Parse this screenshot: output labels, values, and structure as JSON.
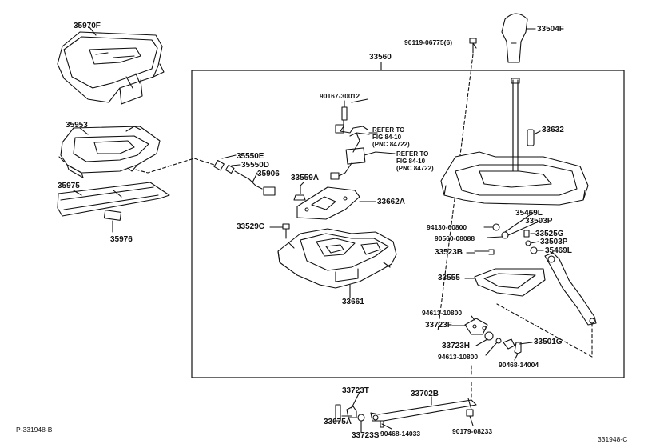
{
  "parts": {
    "p35970F": "35970F",
    "p35953": "35953",
    "p35975": "35975",
    "p35976": "35976",
    "p35550E": "35550E",
    "p35550D": "35550D",
    "p35906": "35906",
    "p33560": "33560",
    "p90167_30012": "90167-30012",
    "p33559A": "33559A",
    "p33662A": "33662A",
    "p33529C": "33529C",
    "p33661": "33661",
    "p90119_06775": "90119-06775(6)",
    "p33504F": "33504F",
    "p33632": "33632",
    "p94130_60800": "94130-60800",
    "p35469L_a": "35469L",
    "p33503P_a": "33503P",
    "p90560_08088": "90560-08088",
    "p33525G": "33525G",
    "p33503P_b": "33503P",
    "p33523B": "33523B",
    "p35469L_b": "35469L",
    "p33555": "33555",
    "p94613_10800_a": "94613-10800",
    "p33723F": "33723F",
    "p33723H": "33723H",
    "p33501G": "33501G",
    "p94613_10800_b": "94613-10800",
    "p90468_14004": "90468-14004",
    "p33723T": "33723T",
    "p33702B": "33702B",
    "p33675A": "33675A",
    "p33723S": "33723S",
    "p90468_14033": "90468-14033",
    "p90179_08233": "90179-08233"
  },
  "refs": {
    "ref1_line1": "REFER TO",
    "ref1_line2": "FIG 84-10",
    "ref1_line3": "(PNC 84722)",
    "ref2_line1": "REFER TO",
    "ref2_line2": "FIG 84-10",
    "ref2_line3": "(PNC 84722)"
  },
  "footer": {
    "left_code": "P-331948-B",
    "right_code": "331948-C"
  }
}
